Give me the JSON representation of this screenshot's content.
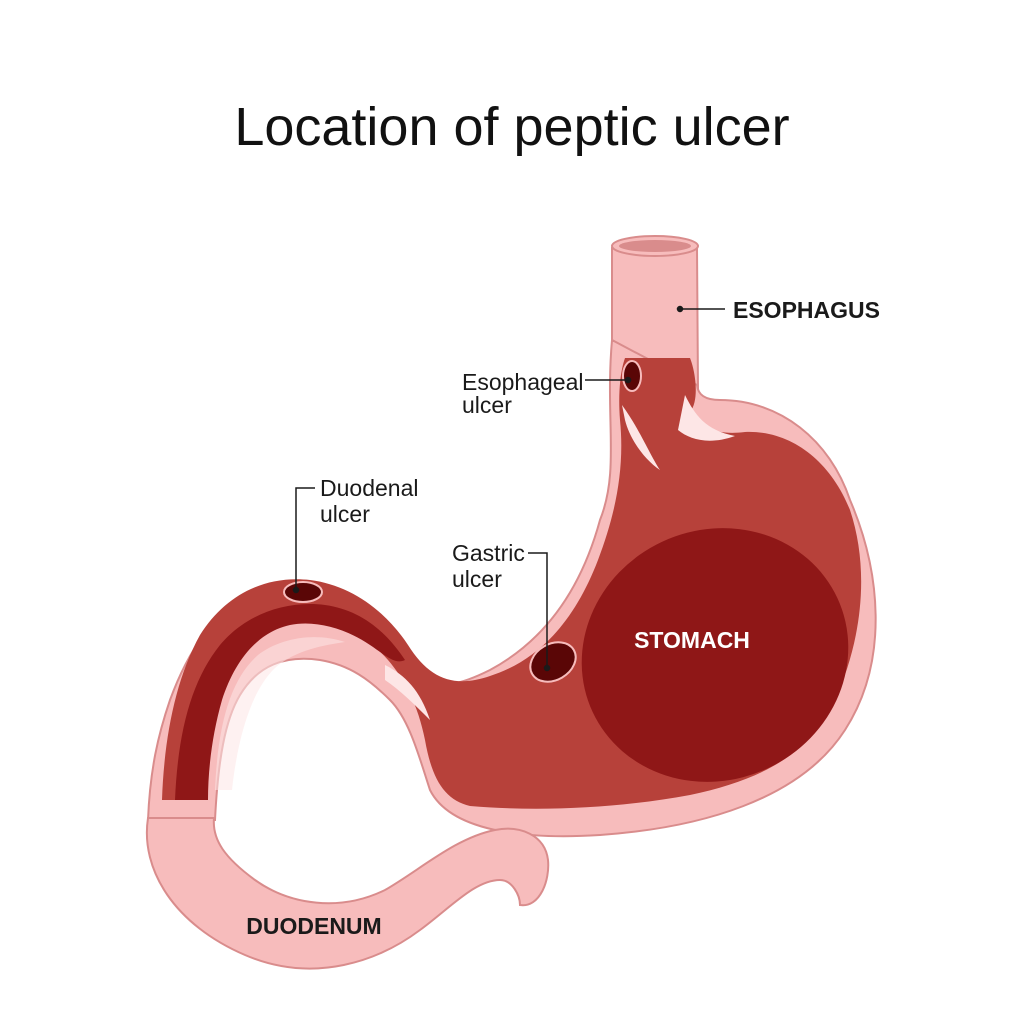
{
  "title": "Location of peptic ulcer",
  "labels": {
    "esophagus": "ESOPHAGUS",
    "stomach": "STOMACH",
    "duodenum": "DUODENUM",
    "esophageal_ulcer": [
      "Esophageal",
      "ulcer"
    ],
    "duodenal_ulcer": [
      "Duodenal",
      "ulcer"
    ],
    "gastric_ulcer": [
      "Gastric",
      "ulcer"
    ]
  },
  "colors": {
    "outer_tissue": "#f7bcbc",
    "tissue_edge": "#d98c8c",
    "inner_wall": "#b7413a",
    "deep_wall": "#8f1717",
    "fold_highlight": "#fde6e6",
    "ulcer": "#5a0606",
    "label_dark": "#1a1a1a",
    "label_light": "#ffffff"
  }
}
